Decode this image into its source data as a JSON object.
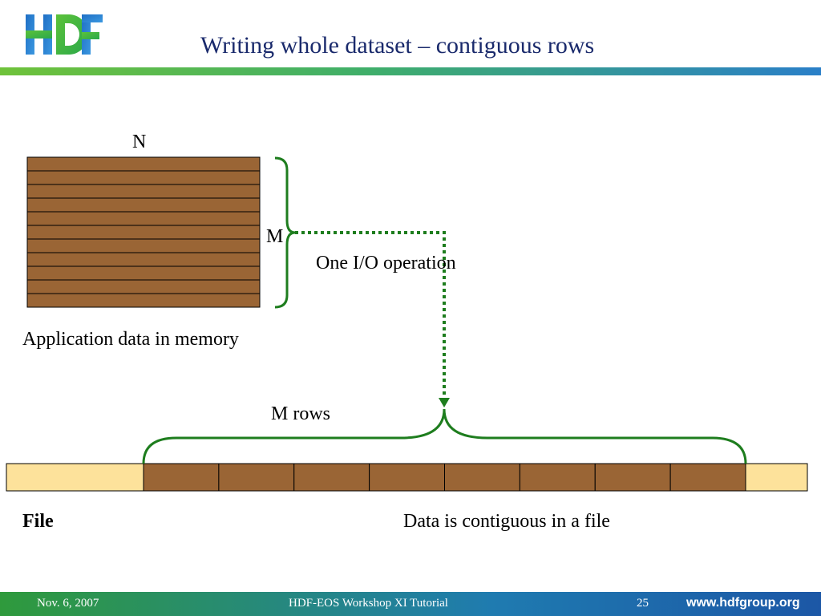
{
  "slide": {
    "logo_text": "HDF",
    "title": "Writing whole dataset – contiguous rows"
  },
  "memory": {
    "n_label": "N",
    "m_label": "M",
    "row_count": 11,
    "caption": "Application data in memory"
  },
  "transfer": {
    "operation_label": "One I/O operation",
    "rows_label": "M rows"
  },
  "file": {
    "label": "File",
    "caption": "Data is contiguous in a file",
    "block_count": 8
  },
  "colors": {
    "row_fill": "#9a6535",
    "file_fill": "#fde29b",
    "bracket": "#1e7d1e",
    "title_text": "#1a2a6c"
  },
  "footer": {
    "date": "Nov. 6, 2007",
    "event": "HDF-EOS Workshop XI Tutorial",
    "page": "25",
    "url": "www.hdfgroup.org"
  }
}
